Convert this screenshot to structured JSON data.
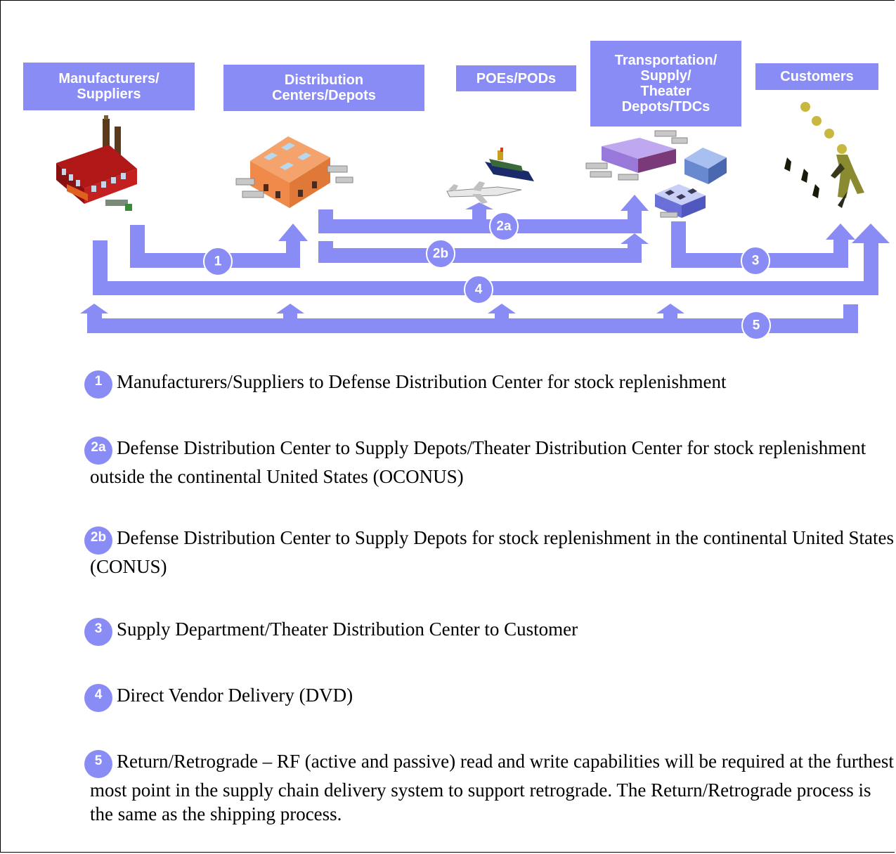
{
  "colors": {
    "accent": "#8a8cf6",
    "text": "#000000",
    "background": "#ffffff"
  },
  "nodes": [
    {
      "id": "manufacturers",
      "label": "Manufacturers/\nSuppliers",
      "icon": "factory-icon"
    },
    {
      "id": "distribution",
      "label": "Distribution\nCenters/Depots",
      "icon": "warehouse-icon"
    },
    {
      "id": "poe",
      "label": "POEs/PODs",
      "icon": "airplane-ship-icon"
    },
    {
      "id": "transportation",
      "label": "Transportation/\nSupply/\nTheater\nDepots/TDCs",
      "icon": "depot-buildings-icon"
    },
    {
      "id": "customers",
      "label": "Customers",
      "icon": "soldiers-icon"
    }
  ],
  "flows": [
    {
      "id": "1",
      "label": "1"
    },
    {
      "id": "2a",
      "label": "2a"
    },
    {
      "id": "2b",
      "label": "2b"
    },
    {
      "id": "3",
      "label": "3"
    },
    {
      "id": "4",
      "label": "4"
    },
    {
      "id": "5",
      "label": "5"
    }
  ],
  "legend": [
    {
      "badge": "1",
      "text": "Manufacturers/Suppliers to Defense Distribution Center for stock replenishment"
    },
    {
      "badge": "2a",
      "text": "Defense Distribution Center to Supply Depots/Theater Distribution Center for stock replenishment outside the continental United States (OCONUS)"
    },
    {
      "badge": "2b",
      "text": "Defense Distribution Center to Supply Depots for stock replenishment in the continental United States (CONUS)"
    },
    {
      "badge": "3",
      "text": "Supply Department/Theater Distribution Center to Customer"
    },
    {
      "badge": "4",
      "text": "Direct Vendor Delivery (DVD)"
    },
    {
      "badge": "5",
      "text": "Return/Retrograde – RF (active and passive) read and write capabilities will be required at the furthest most point in the supply chain delivery system to support retrograde.  The Return/Retrograde process is the same as the shipping process."
    }
  ]
}
